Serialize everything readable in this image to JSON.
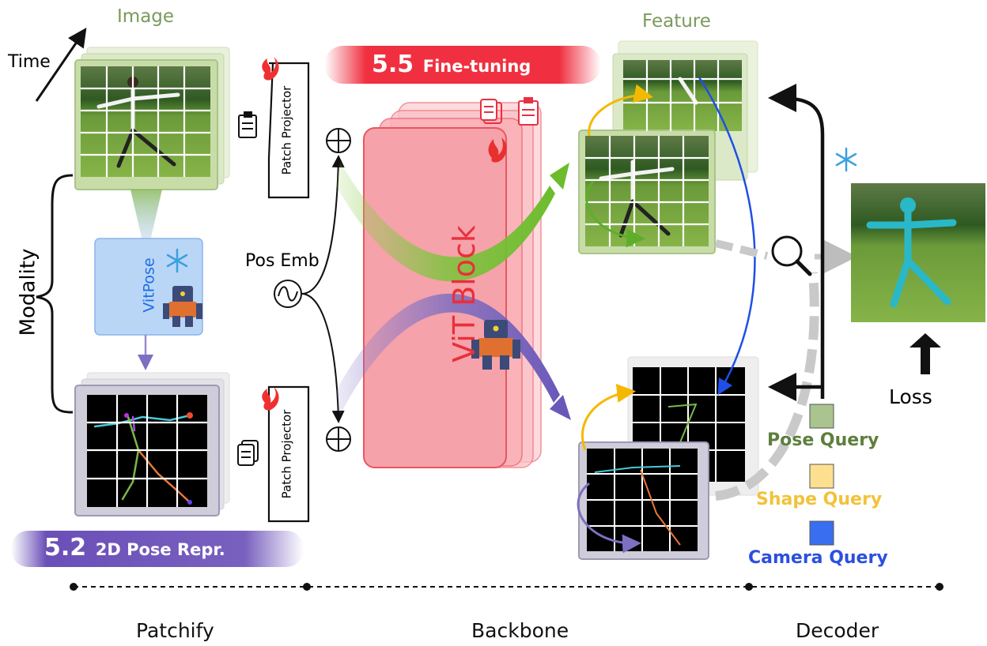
{
  "labels": {
    "image": "Image",
    "feature": "Feature",
    "time": "Time",
    "modality": "Modality",
    "vitpose": "VitPose",
    "pos_emb": "Pos Emb",
    "patch_projector_top": "Patch Projector",
    "patch_projector_bottom": "Patch Projector",
    "vit_block": "ViT Block",
    "loss": "Loss"
  },
  "banners": {
    "finetune": {
      "num": "5.5",
      "text": "Fine-tuning"
    },
    "pose_repr": {
      "num": "5.2",
      "text": "2D Pose Repr."
    }
  },
  "queries": [
    {
      "label": "Pose Query",
      "color": "#a9c48e",
      "text_color": "#5e7f3c"
    },
    {
      "label": "Shape Query",
      "color": "#fde08f",
      "text_color": "#f2c23a"
    },
    {
      "label": "Camera Query",
      "color": "#3a6ef0",
      "text_color": "#2b4fe0"
    }
  ],
  "stages": [
    "Patchify",
    "Backbone",
    "Decoder"
  ],
  "colors": {
    "green": "#7cc43c",
    "purple": "#7f6fc0",
    "red": "#e8303a",
    "blue": "#1f4fe6",
    "yellow": "#f5b800"
  },
  "icons": [
    "flame-icon",
    "clipboard-icon",
    "snowflake-icon",
    "robot-icon",
    "magnifier-icon",
    "plus-circle-icon",
    "sine-icon"
  ]
}
